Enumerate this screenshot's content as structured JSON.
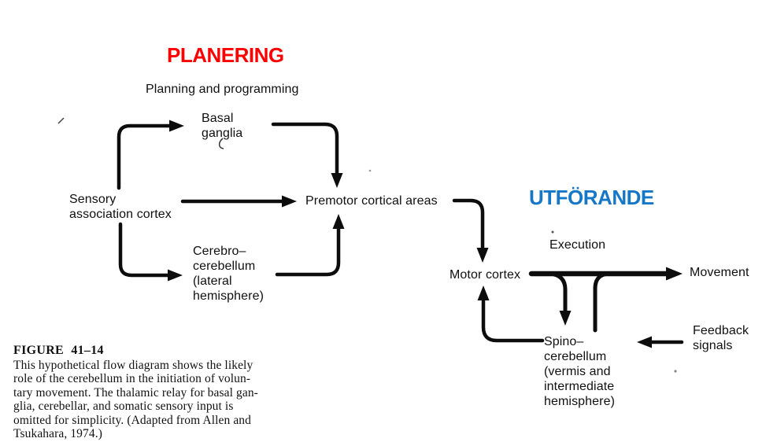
{
  "colors": {
    "planning_heading": "#fe0000",
    "execution_heading": "#1577c6",
    "ink": "#0d0d0d"
  },
  "headings": {
    "planning": "PLANERING",
    "execution": "UTFÖRANDE"
  },
  "diagram": {
    "phase_labels": {
      "planning": "Planning and programming",
      "execution": "Execution"
    },
    "nodes": {
      "sensory": "Sensory\nassociation cortex",
      "basal": "Basal\nganglia",
      "cerebro": "Cerebro–\ncerebellum\n(lateral\nhemisphere)",
      "premotor": "Premotor cortical areas",
      "motor": "Motor cortex",
      "movement": "Movement",
      "spino": "Spino–\ncerebellum\n(vermis and\nintermediate\nhemisphere)",
      "feedback": "Feedback\nsignals"
    },
    "connections": [
      {
        "from": "Sensory association cortex",
        "to": "Basal ganglia"
      },
      {
        "from": "Sensory association cortex",
        "to": "Premotor cortical areas"
      },
      {
        "from": "Sensory association cortex",
        "to": "Cerebrocerebellum (lateral hemisphere)"
      },
      {
        "from": "Basal ganglia",
        "to": "Premotor cortical areas"
      },
      {
        "from": "Cerebrocerebellum (lateral hemisphere)",
        "to": "Premotor cortical areas"
      },
      {
        "from": "Premotor cortical areas",
        "to": "Motor cortex"
      },
      {
        "from": "Motor cortex",
        "to": "Movement"
      },
      {
        "from": "Motor cortex",
        "to": "Spinocerebellum (vermis and intermediate hemisphere)"
      },
      {
        "from": "Spinocerebellum (vermis and intermediate hemisphere)",
        "to": "Motor cortex"
      },
      {
        "from": "Feedback signals",
        "to": "Spinocerebellum (vermis and intermediate hemisphere)"
      }
    ]
  },
  "caption": {
    "title": "FIGURE 41–14",
    "body": "This hypothetical flow diagram shows the likely\nrole of the cerebellum in the initiation of volun-\ntary movement. The thalamic relay for basal gan-\nglia, cerebellar, and somatic sensory input is\nomitted for simplicity. (Adapted from Allen and\nTsukahara, 1974.)"
  }
}
